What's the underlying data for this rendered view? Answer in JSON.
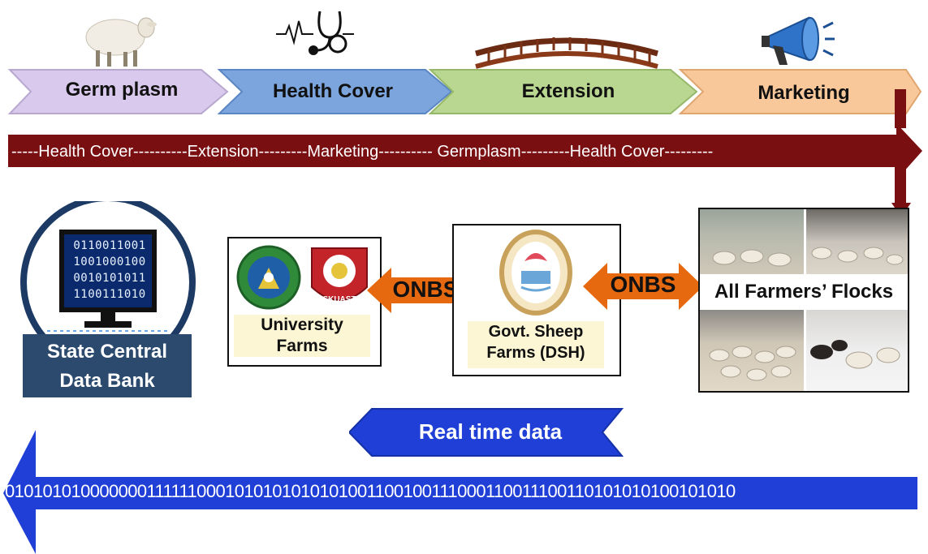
{
  "value_chain": [
    {
      "label": "Germ plasm",
      "icon": "sheep-icon",
      "color": "#d9c9ec"
    },
    {
      "label": "Health Cover",
      "icon": "stethoscope-icon",
      "color": "#7ba5dc"
    },
    {
      "label": "Extension",
      "icon": "bridge-icon",
      "color": "#b9d790"
    },
    {
      "label": "Marketing",
      "icon": "megaphone-icon",
      "color": "#f8c79a"
    }
  ],
  "cycle_banner": "-----Health Cover----------Extension---------Marketing---------- Germplasm---------Health Cover---------",
  "data_bank": {
    "label_line1": "State Central",
    "label_line2": "Data Bank",
    "binary_rows": [
      "0110011001",
      "1001000100",
      "0010101011",
      "1100111010"
    ]
  },
  "university": {
    "caption_line1": "University",
    "caption_line2": "Farms",
    "logo_text": "SKUAST"
  },
  "govt_farms": {
    "caption_line1": "Govt. Sheep",
    "caption_line2": "Farms (DSH)"
  },
  "flocks": {
    "caption": "All Farmers’ Flocks"
  },
  "links": {
    "left": "ONBS",
    "right": "ONBS"
  },
  "realtime": {
    "label": "Real time data"
  },
  "data_stream": "0101010100000001111110001010101010101001100100111000110011100110101010100101010",
  "colors": {
    "maroon": "#7a0f12",
    "blue": "#1f3fd6",
    "orange": "#e6690f",
    "navy": "#1c3a64"
  }
}
